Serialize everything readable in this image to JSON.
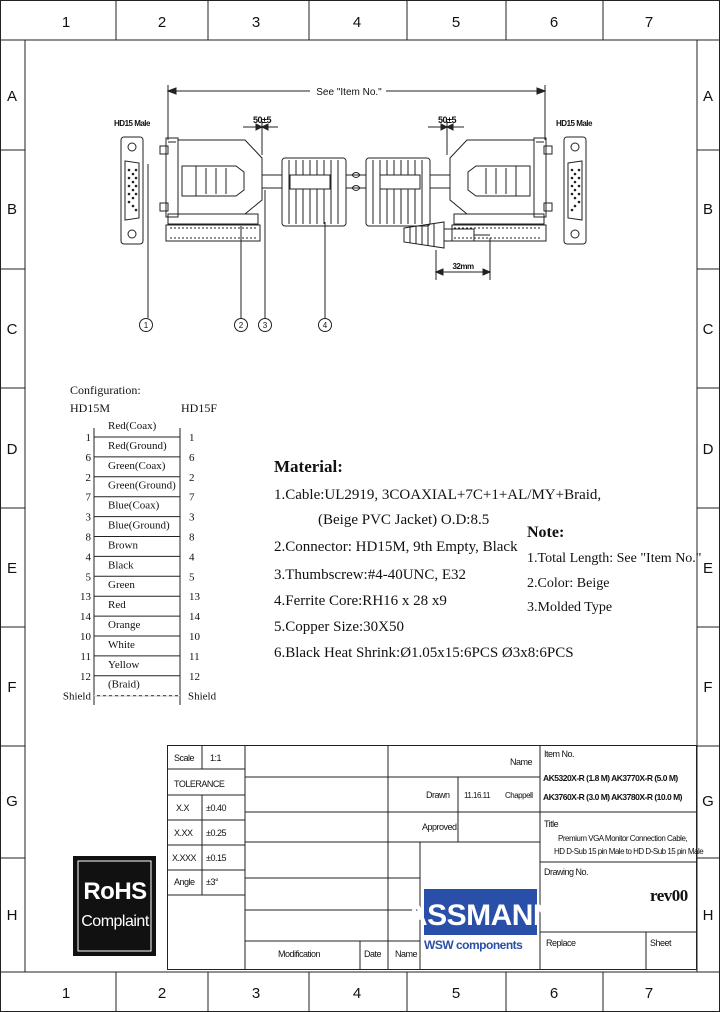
{
  "frame": {
    "cols": [
      "1",
      "2",
      "3",
      "4",
      "5",
      "6",
      "7"
    ],
    "rows": [
      "A",
      "B",
      "C",
      "D",
      "E",
      "F",
      "G",
      "H"
    ]
  },
  "drawing": {
    "dim_total": "See \"Item No.\"",
    "dim_left": "50±5",
    "dim_right": "50±5",
    "dim_32": "32mm",
    "label_left": "HD15 Male",
    "label_right": "HD15 Male",
    "callouts": [
      "1",
      "2",
      "3",
      "4"
    ]
  },
  "config": {
    "title": "Configuration:",
    "left_header": "HD15M",
    "right_header": "HD15F",
    "rows": [
      {
        "l": "1",
        "name": "Red(Coax)",
        "r": "1"
      },
      {
        "l": "6",
        "name": "Red(Ground)",
        "r": "6"
      },
      {
        "l": "2",
        "name": "Green(Coax)",
        "r": "2"
      },
      {
        "l": "7",
        "name": "Green(Ground)",
        "r": "7"
      },
      {
        "l": "3",
        "name": "Blue(Coax)",
        "r": "3"
      },
      {
        "l": "8",
        "name": "Blue(Ground)",
        "r": "8"
      },
      {
        "l": "4",
        "name": "Brown",
        "r": "4"
      },
      {
        "l": "5",
        "name": "Black",
        "r": "5"
      },
      {
        "l": "13",
        "name": "Green",
        "r": "13"
      },
      {
        "l": "14",
        "name": "Red",
        "r": "14"
      },
      {
        "l": "10",
        "name": "Orange",
        "r": "10"
      },
      {
        "l": "11",
        "name": "White",
        "r": "11"
      },
      {
        "l": "12",
        "name": "Yellow",
        "r": "12"
      },
      {
        "l": "Shield",
        "name": "(Braid)",
        "r": "Shield"
      }
    ]
  },
  "material": {
    "title": "Material:",
    "lines": [
      "1.Cable:UL2919, 3COAXIAL+7C+1+AL/MY+Braid,",
      "(Beige PVC Jacket) O.D:8.5",
      "2.Connector: HD15M, 9th Empty, Black",
      "3.Thumbscrew:#4-40UNC, E32",
      "4.Ferrite Core:RH16 x 28 x9",
      "5.Copper Size:30X50",
      "6.Black Heat Shrink:Ø1.05x15:6PCS  Ø3x8:6PCS"
    ]
  },
  "note": {
    "title": "Note:",
    "lines": [
      "1.Total Length: See \"Item No.\"",
      "2.Color: Beige",
      "3.Molded Type"
    ]
  },
  "titleblock": {
    "scale_label": "Scale",
    "scale_value": "1:1",
    "tolerance_label": "TOLERANCE",
    "tol_rows": [
      {
        "k": "X.X",
        "v": "±0.40"
      },
      {
        "k": "X.XX",
        "v": "±0.25"
      },
      {
        "k": "X.XXX",
        "v": "±0.15"
      },
      {
        "k": "Angle",
        "v": "±3°"
      }
    ],
    "name_label": "Name",
    "drawn_label": "Drawn",
    "drawn_date": "11.16.11",
    "drawn_name": "Chappell",
    "approved_label": "Approved",
    "modification_label": "Modification",
    "date_label": "Date",
    "name_label2": "Name",
    "item_label": "Item No.",
    "item_lines": [
      "AK5320X-R (1.8 M)  AK3770X-R (5.0 M)",
      "AK3760X-R (3.0 M)  AK3780X-R (10.0 M)"
    ],
    "title_label": "Title",
    "title_lines": [
      "Premium VGA Monitor Connection Cable,",
      "HD D-Sub 15 pin Male to HD D-Sub 15 pin Male"
    ],
    "drawing_no_label": "Drawing No.",
    "rev": "rev00",
    "replace_label": "Replace",
    "sheet_label": "Sheet"
  },
  "logos": {
    "rohs_line1": "RoHS",
    "rohs_line2": "Complaint",
    "assmann": "ASSMANN",
    "wsw": "WSW components"
  }
}
